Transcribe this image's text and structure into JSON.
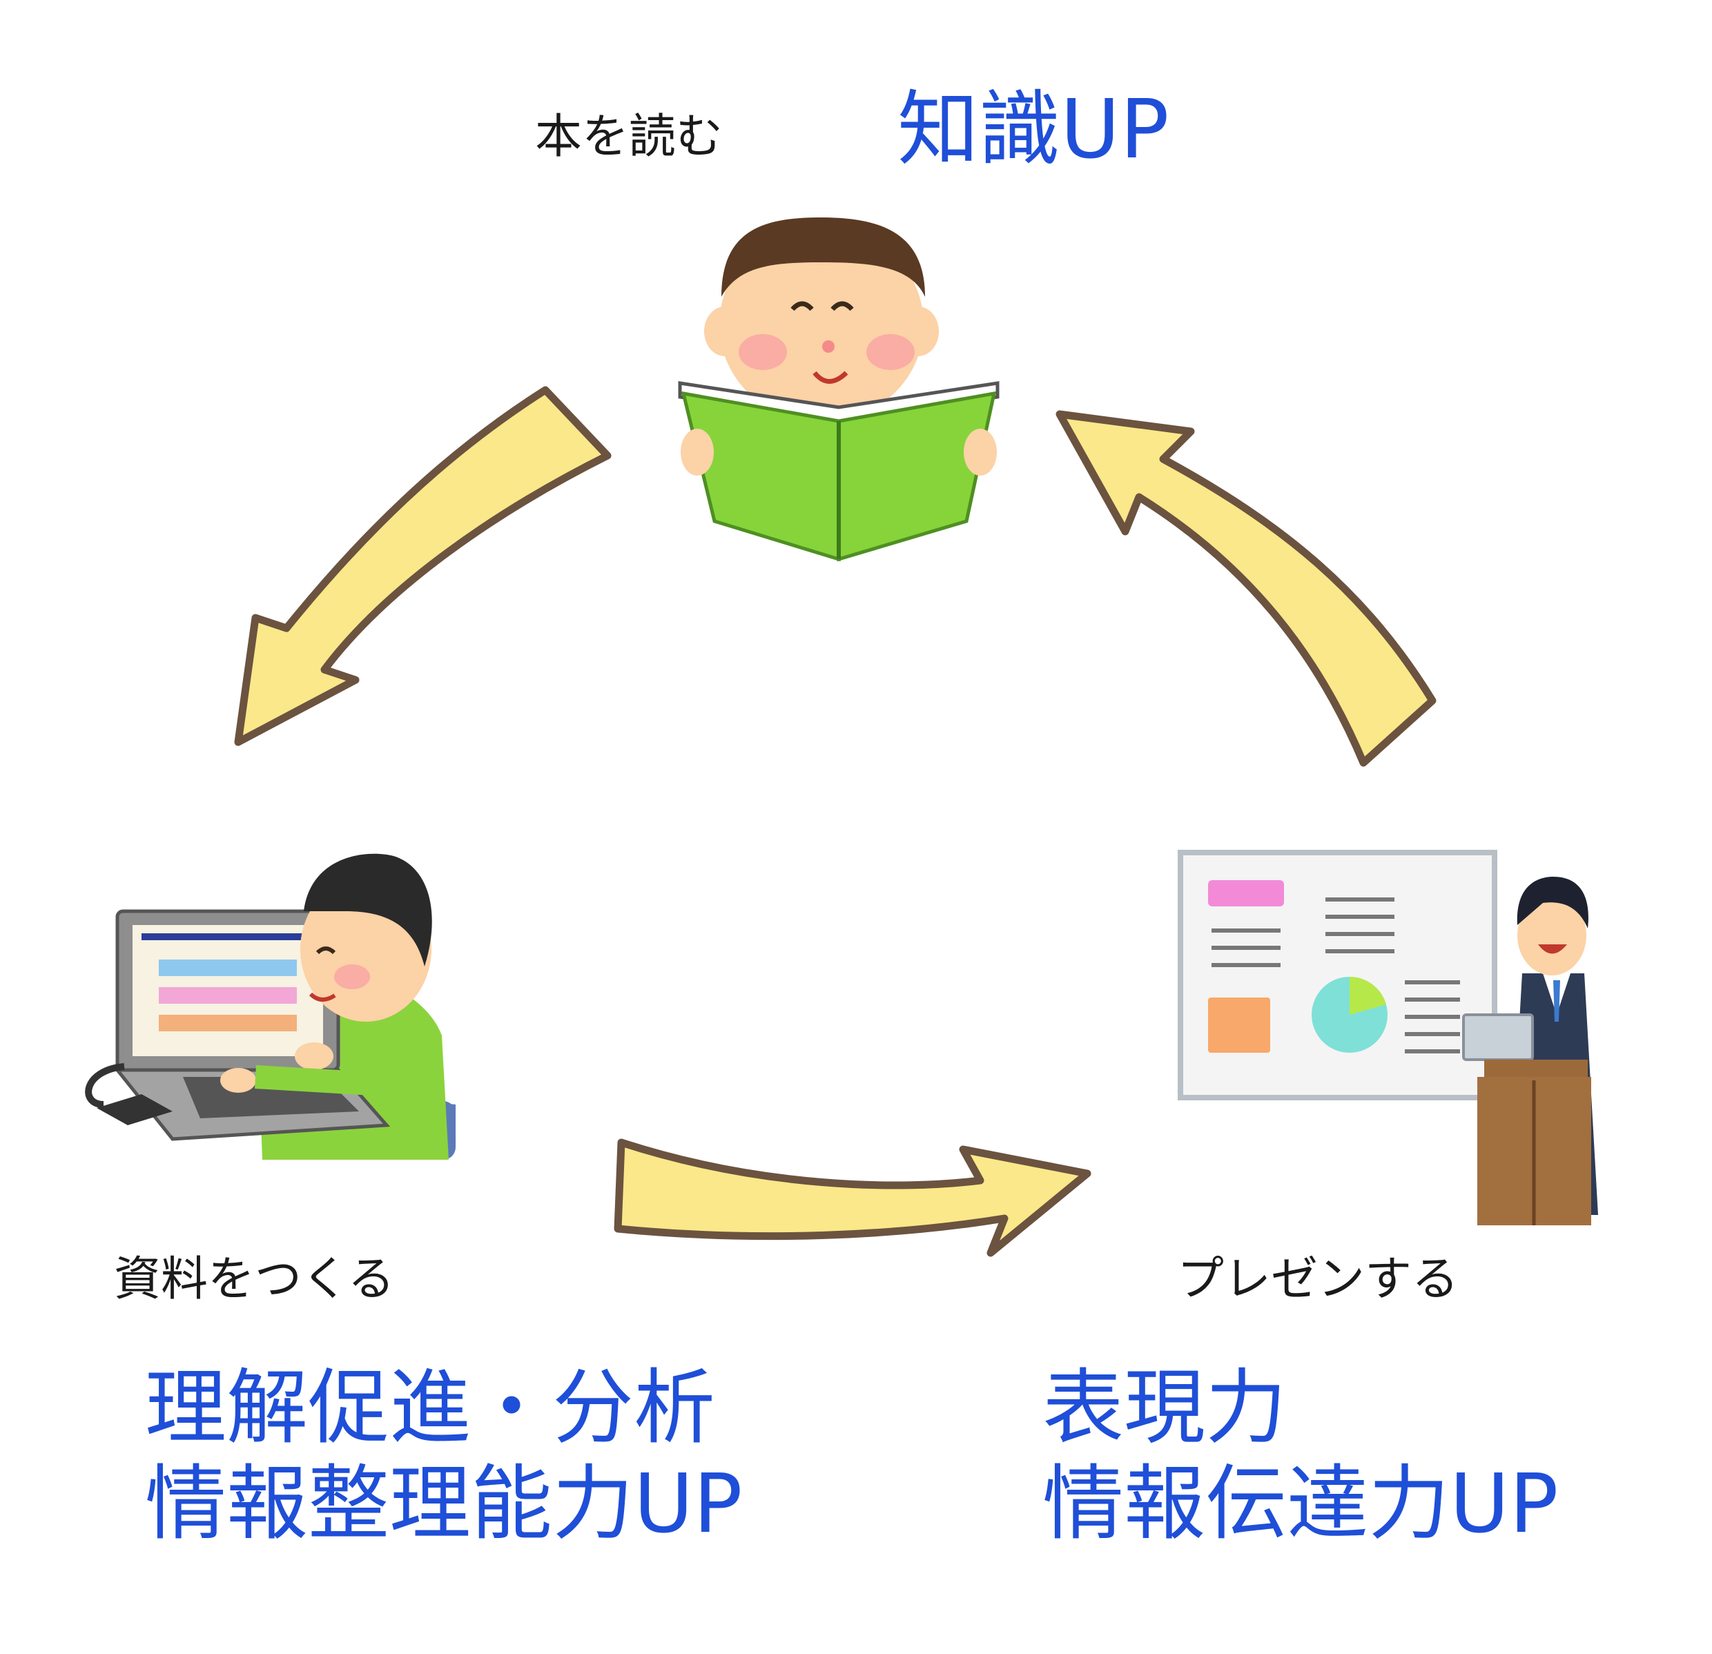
{
  "steps": {
    "read": {
      "label": "本を読む",
      "benefit": "知識UP"
    },
    "make": {
      "label": "資料をつくる",
      "benefit_line1": "理解促進・分析",
      "benefit_line2": "情報整理能力UP"
    },
    "present": {
      "label": "プレゼンする",
      "benefit_line1": "表現力",
      "benefit_line2": "情報伝達力UP"
    }
  },
  "colors": {
    "accent_text": "#1f4fd8",
    "arrow_fill": "#fbe88a",
    "arrow_stroke": "#6b5340",
    "book_green": "#86d43a",
    "skin": "#fcd2a7",
    "hair": "#5a3a22"
  },
  "icons": [
    "boy-reading-book-icon",
    "person-at-laptop-icon",
    "presenter-at-podium-icon",
    "cycle-arrow-icon"
  ]
}
